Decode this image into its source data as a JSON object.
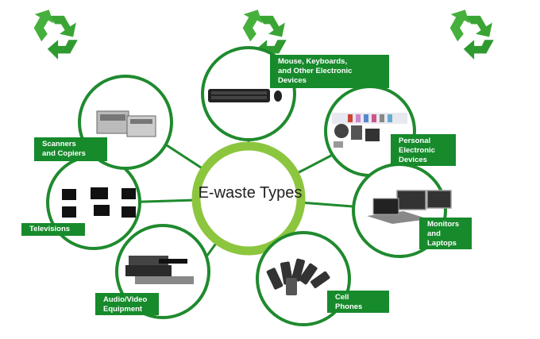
{
  "diagram": {
    "center": "E-waste Types",
    "nodes": [
      {
        "id": "mouse",
        "label": "Mouse, Keyboards,\nand Other Electronic\nDevices"
      },
      {
        "id": "personal",
        "label": "Personal\nElectronic\nDevices"
      },
      {
        "id": "monitors",
        "label": "Monitors\nand\nLaptops"
      },
      {
        "id": "phones",
        "label": "Cell\nPhones"
      },
      {
        "id": "audio",
        "label": "Audio/Video\nEquipment"
      },
      {
        "id": "tv",
        "label": "Televisions"
      },
      {
        "id": "scanners",
        "label": "Scanners\nand Copiers"
      }
    ]
  },
  "colors": {
    "ring": "#1f8a2e",
    "center_ring": "#8cc63f",
    "label_bg": "#178a2c",
    "spoke": "#1f8a2e"
  },
  "icons": [
    "recycle-icon",
    "recycle-icon",
    "recycle-icon"
  ]
}
